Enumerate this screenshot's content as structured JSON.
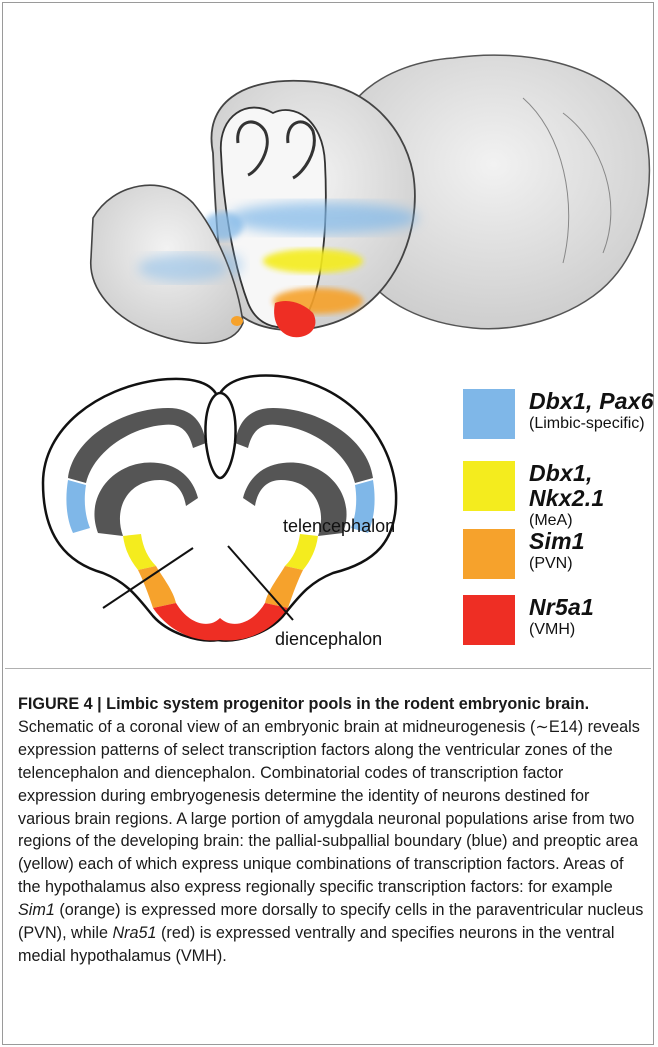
{
  "figure": {
    "legend": [
      {
        "gene": "Dbx1, Pax6",
        "region": "(Limbic-specific)",
        "color": "#7fb7e8"
      },
      {
        "gene": "Dbx1, Nkx2.1",
        "region": "(MeA)",
        "color": "#f4ec1e"
      },
      {
        "gene": "Sim1",
        "region": "(PVN)",
        "color": "#f6a22c"
      },
      {
        "gene": "Nr5a1",
        "region": "(VMH)",
        "color": "#ee2e24"
      }
    ],
    "labels": {
      "telencephalon": "telencephalon",
      "diencephalon": "diencephalon"
    }
  },
  "caption": {
    "title": "FIGURE 4 | Limbic system progenitor pools in the rodent embryonic brain.",
    "text_1": " Schematic of a coronal view of an embryonic brain at midneurogenesis (∼E14) reveals expression patterns of select transcription factors along the ventricular zones of the telencephalon and diencephalon. Combinatorial codes of transcription factor expression during embryogenesis determine the identity of neurons destined for various brain regions. A large portion of amygdala neuronal populations arise from two regions of the developing brain: the pallial-subpallial boundary (blue) and preoptic area (yellow) each of which express unique combinations of transcription factors. Areas of the hypothalamus also express regionally specific transcription factors: for example ",
    "gene_1": "Sim1",
    "text_2": " (orange) is expressed more dorsally to specify cells in the paraventricular nucleus (PVN), while ",
    "gene_2": "Nra51",
    "text_3": " (red) is expressed ventrally and specifies neurons in the ventral medial hypothalamus (VMH)."
  }
}
